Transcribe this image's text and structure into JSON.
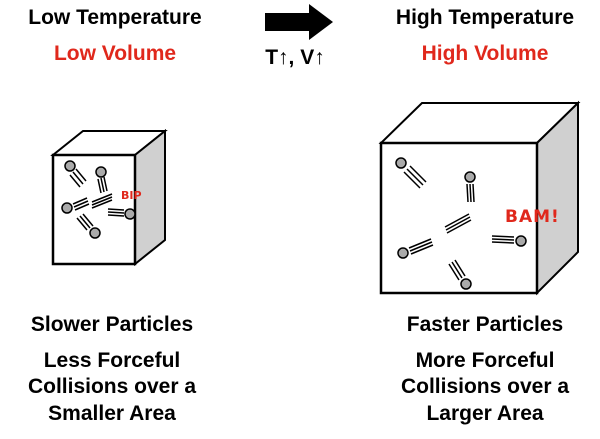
{
  "left": {
    "title": "Low Temperature",
    "subtitle": "Low Volume",
    "impact": "BIP",
    "caption_1": "Slower Particles",
    "caption_2_lines": [
      "Less Forceful",
      "Collisions over a",
      "Smaller Area"
    ]
  },
  "right": {
    "title": "High Temperature",
    "subtitle": "High Volume",
    "impact": "BAM!",
    "caption_1": "Faster Particles",
    "caption_2_lines": [
      "More Forceful",
      "Collisions over a",
      "Larger Area"
    ]
  },
  "arrow": {
    "label": "T↑, V↑"
  },
  "colors": {
    "accent_red": "#e0281c",
    "particle_fill": "#aaaaaa",
    "cube_side": "#d0d0d0",
    "stroke": "#000000"
  }
}
